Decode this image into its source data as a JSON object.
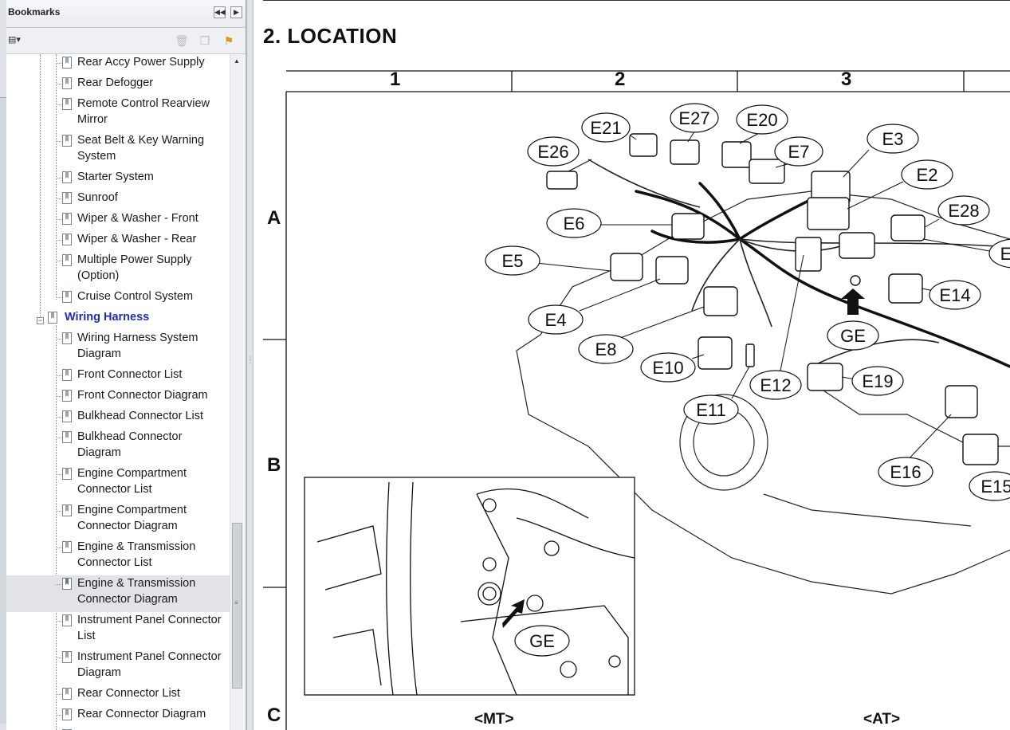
{
  "panel": {
    "title": "Bookmarks",
    "header_buttons": {
      "collapse_icon": "double-left-arrow-icon",
      "expand_icon": "right-arrow-icon"
    },
    "toolbar": {
      "options_icon": "options-menu-icon",
      "delete_icon": "trash-icon",
      "new_icon": "new-bookmark-icon",
      "find_icon": "find-bookmark-icon"
    }
  },
  "bookmarks": [
    {
      "label": "Rear Accy Power Supply",
      "level": 2
    },
    {
      "label": "Rear Defogger",
      "level": 2
    },
    {
      "label": "Remote Control Rearview\nMirror",
      "level": 2
    },
    {
      "label": "Seat Belt & Key Warning\nSystem",
      "level": 2
    },
    {
      "label": "Starter System",
      "level": 2
    },
    {
      "label": "Sunroof",
      "level": 2
    },
    {
      "label": "Wiper & Washer - Front",
      "level": 2
    },
    {
      "label": "Wiper & Washer - Rear",
      "level": 2
    },
    {
      "label": "Multiple Power Supply\n(Option)",
      "level": 2
    },
    {
      "label": "Cruise Control System",
      "level": 2
    },
    {
      "label": "Wiring Harness",
      "level": 1,
      "expanded": true
    },
    {
      "label": "Wiring Harness System\nDiagram",
      "level": 2
    },
    {
      "label": "Front Connector List",
      "level": 2
    },
    {
      "label": "Front Connector Diagram",
      "level": 2
    },
    {
      "label": "Bulkhead Connector List",
      "level": 2
    },
    {
      "label": "Bulkhead Connector\nDiagram",
      "level": 2
    },
    {
      "label": "Engine Compartment\nConnector List",
      "level": 2
    },
    {
      "label": "Engine Compartment\nConnector Diagram",
      "level": 2
    },
    {
      "label": "Engine & Transmission\nConnector List",
      "level": 2
    },
    {
      "label": "Engine & Transmission\nConnector Diagram",
      "level": 2,
      "selected": true
    },
    {
      "label": "Instrument Panel Connector\nList",
      "level": 2
    },
    {
      "label": "Instrument Panel Connector\nDiagram",
      "level": 2
    },
    {
      "label": "Rear Connector List",
      "level": 2
    },
    {
      "label": "Rear Connector Diagram",
      "level": 2
    },
    {
      "label": "",
      "level": 2
    }
  ],
  "document": {
    "section_title": "2.  LOCATION",
    "grid_columns": [
      "1",
      "2",
      "3"
    ],
    "grid_rows": [
      "A",
      "B",
      "C"
    ],
    "variants": [
      "<MT>",
      "<AT>"
    ],
    "connectors": [
      "E21",
      "E27",
      "E20",
      "E26",
      "E7",
      "E3",
      "E2",
      "E28",
      "E6",
      "E5",
      "E",
      "E4",
      "E14",
      "GE",
      "E8",
      "E10",
      "E12",
      "E19",
      "E11",
      "E16",
      "E15"
    ],
    "inset_label": "GE"
  }
}
